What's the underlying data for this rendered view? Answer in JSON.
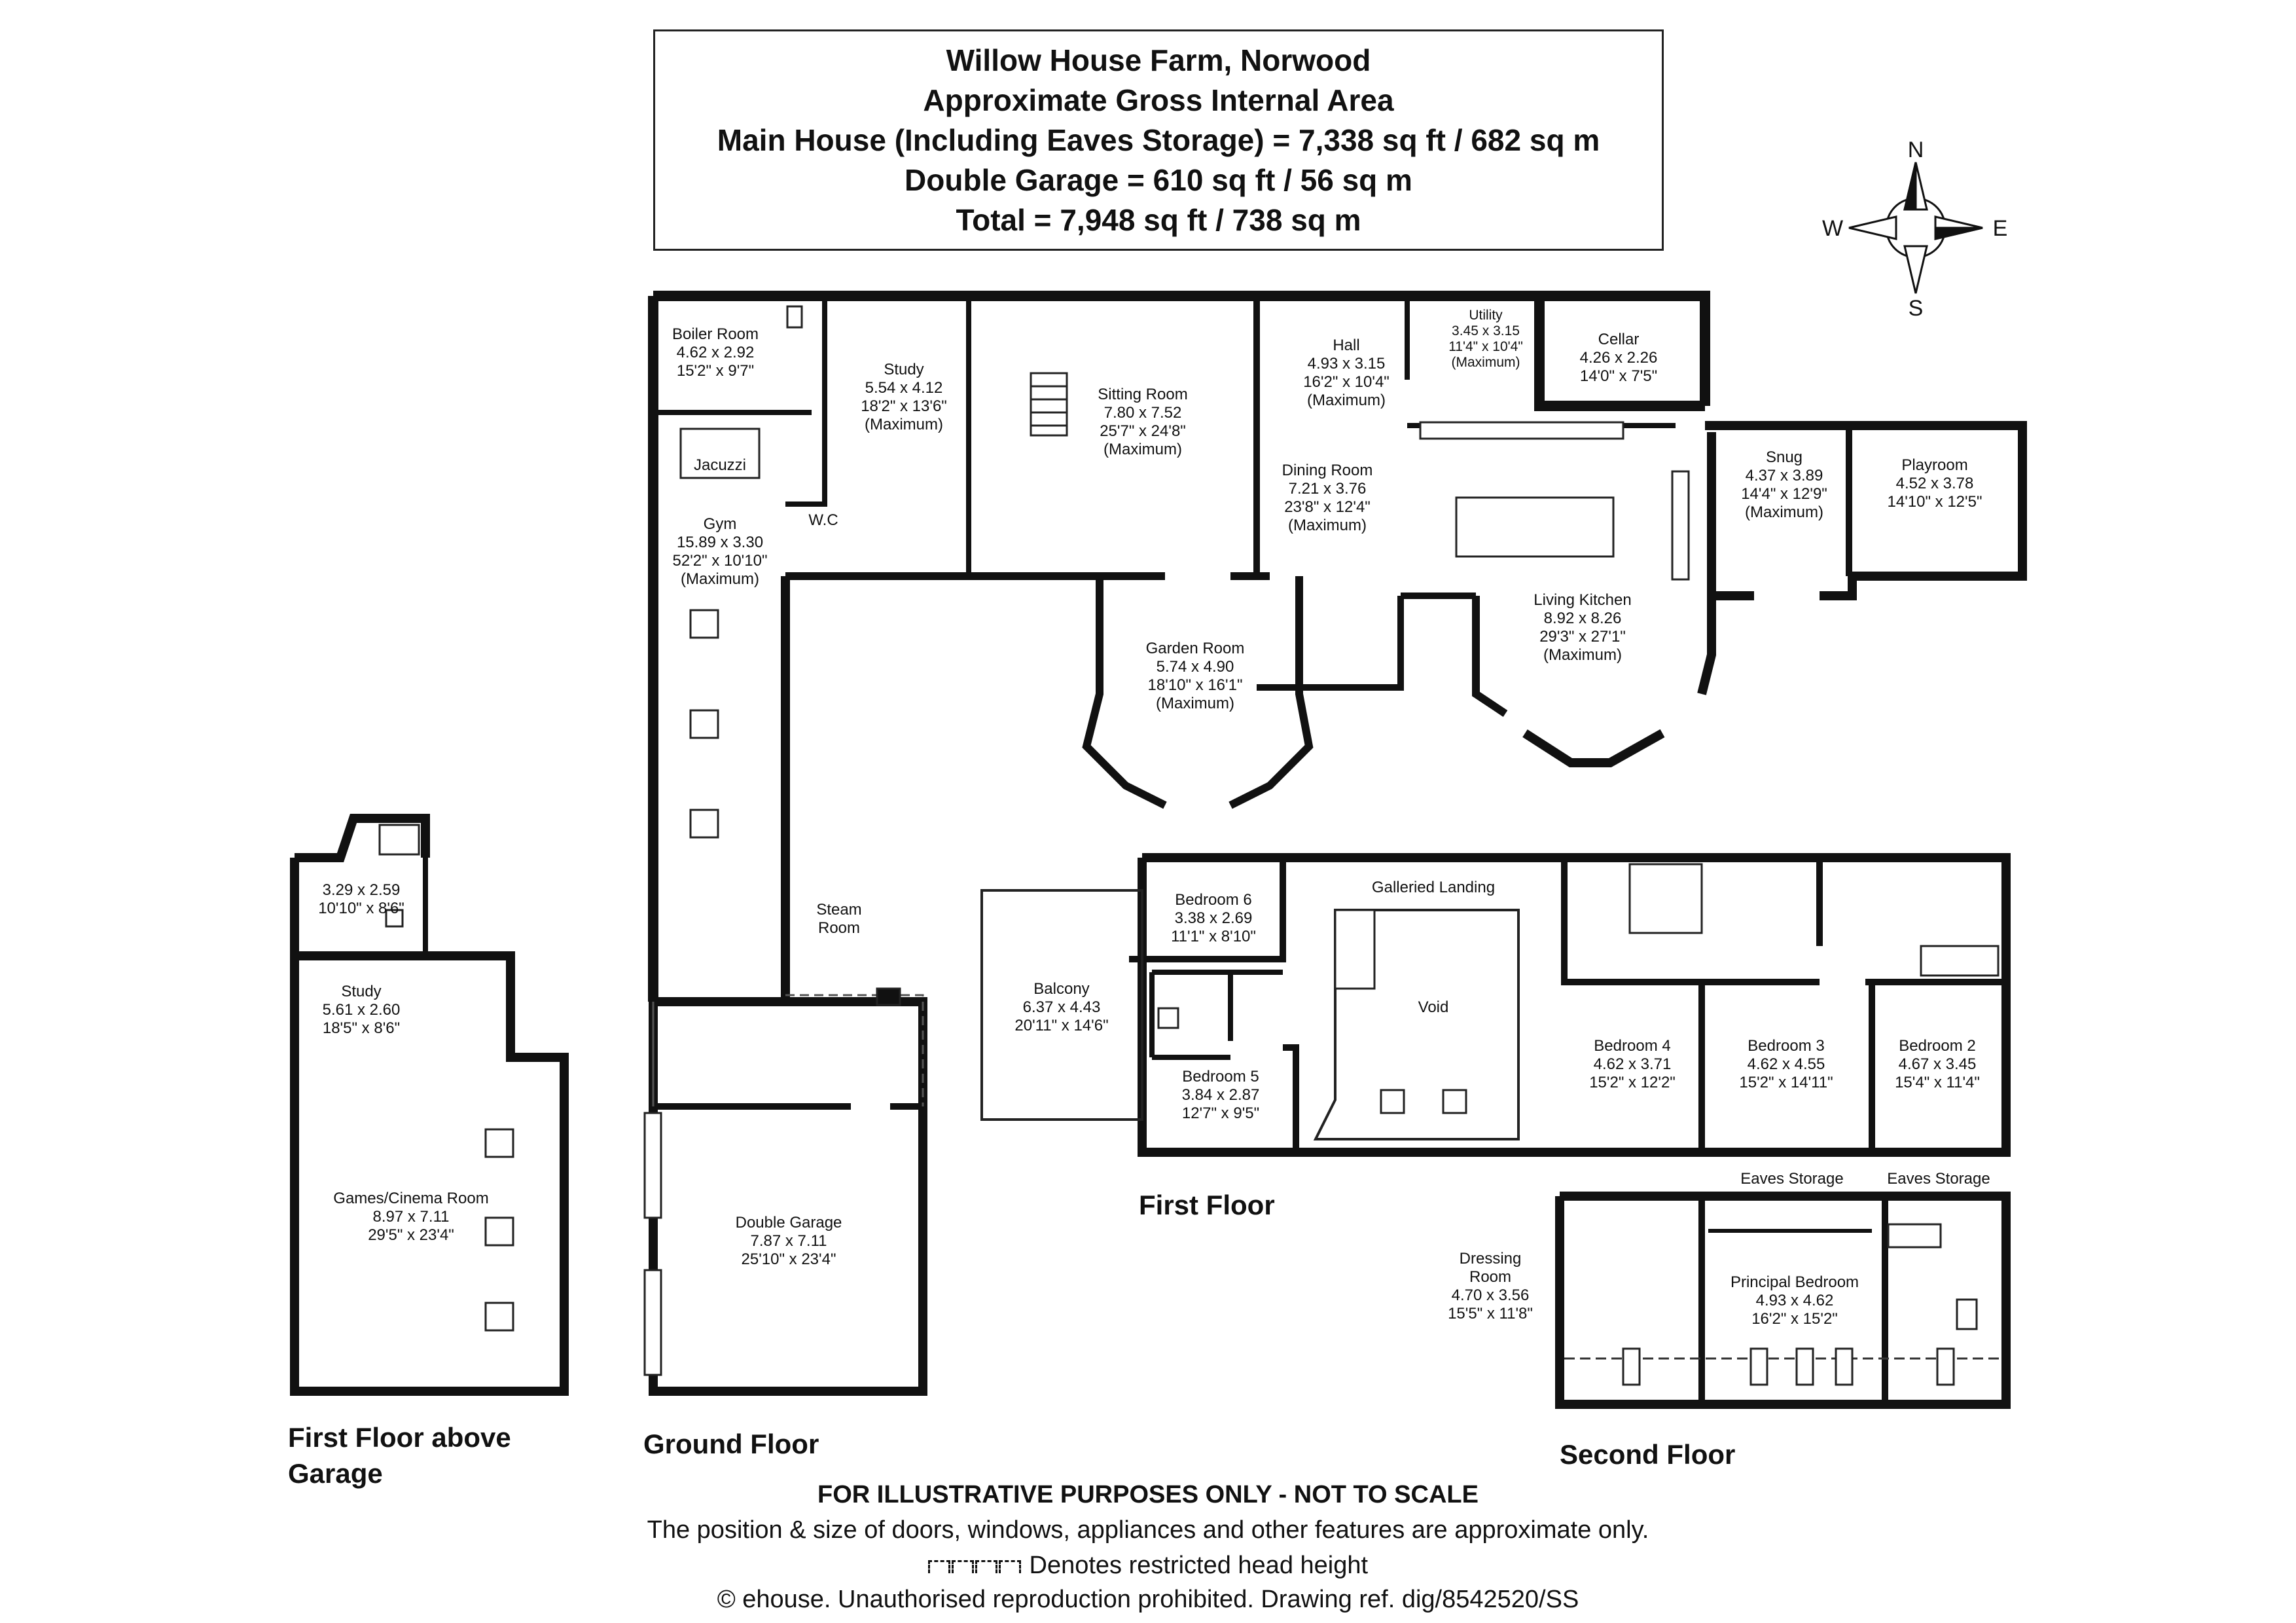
{
  "header": {
    "title": "Willow House Farm, Norwood",
    "subtitle": "Approximate Gross Internal Area",
    "main_house": "Main House (Including Eaves Storage) = 7,338 sq ft / 682 sq m",
    "garage": "Double Garage = 610 sq ft / 56 sq m",
    "total": "Total = 7,948 sq ft / 738 sq m"
  },
  "compass": {
    "n": "N",
    "s": "S",
    "e": "E",
    "w": "W"
  },
  "floors": {
    "ground": "Ground Floor",
    "first": "First Floor",
    "second": "Second Floor",
    "above_garage_1": "First Floor above",
    "above_garage_2": "Garage"
  },
  "rooms": {
    "boiler": [
      "Boiler Room",
      "4.62 x 2.92",
      "15'2\" x 9'7\""
    ],
    "study_g": [
      "Study",
      "5.54 x 4.12",
      "18'2\" x 13'6\"",
      "(Maximum)"
    ],
    "sitting": [
      "Sitting Room",
      "7.80 x 7.52",
      "25'7\" x 24'8\"",
      "(Maximum)"
    ],
    "hall": [
      "Hall",
      "4.93 x 3.15",
      "16'2\" x 10'4\"",
      "(Maximum)"
    ],
    "utility": [
      "Utility",
      "3.45 x 3.15",
      "11'4\" x 10'4\"",
      "(Maximum)"
    ],
    "cellar": [
      "Cellar",
      "4.26 x 2.26",
      "14'0\" x 7'5\""
    ],
    "jacuzzi": "Jacuzzi",
    "gym": [
      "Gym",
      "15.89 x 3.30",
      "52'2\" x 10'10\"",
      "(Maximum)"
    ],
    "wc": "W.C",
    "dining": [
      "Dining Room",
      "7.21 x 3.76",
      "23'8\" x 12'4\"",
      "(Maximum)"
    ],
    "snug": [
      "Snug",
      "4.37 x 3.89",
      "14'4\" x 12'9\"",
      "(Maximum)"
    ],
    "playroom": [
      "Playroom",
      "4.52 x 3.78",
      "14'10\" x 12'5\""
    ],
    "garden": [
      "Garden Room",
      "5.74 x 4.90",
      "18'10\" x 16'1\"",
      "(Maximum)"
    ],
    "kitchen": [
      "Living Kitchen",
      "8.92 x 8.26",
      "29'3\" x 27'1\"",
      "(Maximum)"
    ],
    "steam": [
      "Steam",
      "Room"
    ],
    "garage": [
      "Double Garage",
      "7.87 x 7.11",
      "25'10\" x 23'4\""
    ],
    "ag_room": [
      "3.29 x 2.59",
      "10'10\" x 8'6\""
    ],
    "ag_study": [
      "Study",
      "5.61 x 2.60",
      "18'5\" x 8'6\""
    ],
    "games": [
      "Games/Cinema Room",
      "8.97 x 7.11",
      "29'5\" x 23'4\""
    ],
    "bed6": [
      "Bedroom 6",
      "3.38 x 2.69",
      "11'1\" x 8'10\""
    ],
    "landing": "Galleried Landing",
    "void": "Void",
    "balcony": [
      "Balcony",
      "6.37 x 4.43",
      "20'11\" x 14'6\""
    ],
    "bed5": [
      "Bedroom 5",
      "3.84 x 2.87",
      "12'7\" x 9'5\""
    ],
    "bed4": [
      "Bedroom 4",
      "4.62 x 3.71",
      "15'2\" x 12'2\""
    ],
    "bed3": [
      "Bedroom 3",
      "4.62 x 4.55",
      "15'2\" x 14'11\""
    ],
    "bed2": [
      "Bedroom 2",
      "4.67 x 3.45",
      "15'4\" x 11'4\""
    ],
    "eaves": "Eaves Storage",
    "dressing": [
      "Dressing",
      "Room",
      "4.70 x 3.56",
      "15'5\" x 11'8\""
    ],
    "principal": [
      "Principal Bedroom",
      "4.93 x 4.62",
      "16'2\" x 15'2\""
    ]
  },
  "footer": {
    "line1": "FOR ILLUSTRATIVE PURPOSES ONLY - NOT TO SCALE",
    "line2": "The position & size of doors, windows, appliances and other features are approximate only.",
    "line3": "Denotes restricted head height",
    "line4": "© ehouse. Unauthorised reproduction prohibited. Drawing ref. dig/8542520/SS"
  },
  "colors": {
    "wall": "#111111",
    "line": "#222222",
    "background": "#ffffff"
  }
}
